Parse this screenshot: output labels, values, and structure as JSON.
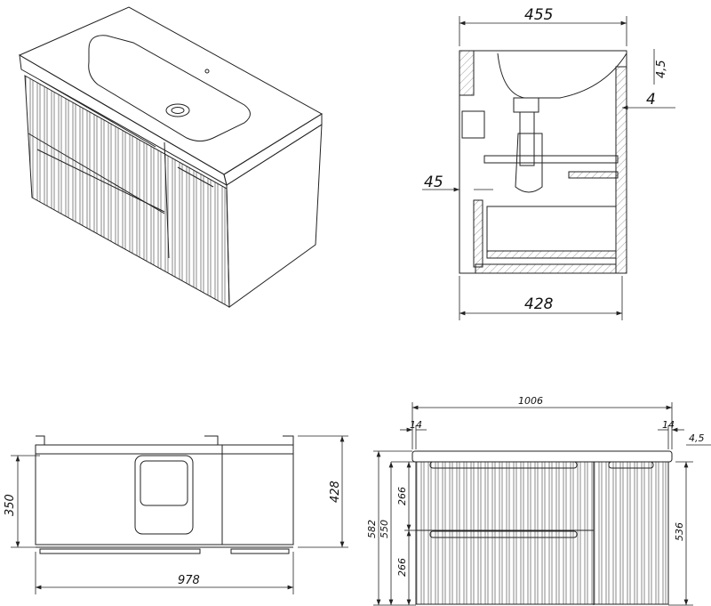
{
  "side_section": {
    "overall_depth": "455",
    "basin_rim": "4,5",
    "overhang": "4",
    "back_gap": "45",
    "cabinet_depth": "428"
  },
  "top_view": {
    "inner_depth": "350",
    "overall_depth": "428",
    "width": "978"
  },
  "front_view": {
    "overall_width": "1006",
    "left_offset": "14",
    "right_offset": "14",
    "top_thickness": "4,5",
    "total_height": "582",
    "cabinet_height": "550",
    "drawer_upper": "266",
    "drawer_lower": "266",
    "side_height": "536"
  },
  "colors": {
    "line": "#222222",
    "background": "#ffffff"
  }
}
